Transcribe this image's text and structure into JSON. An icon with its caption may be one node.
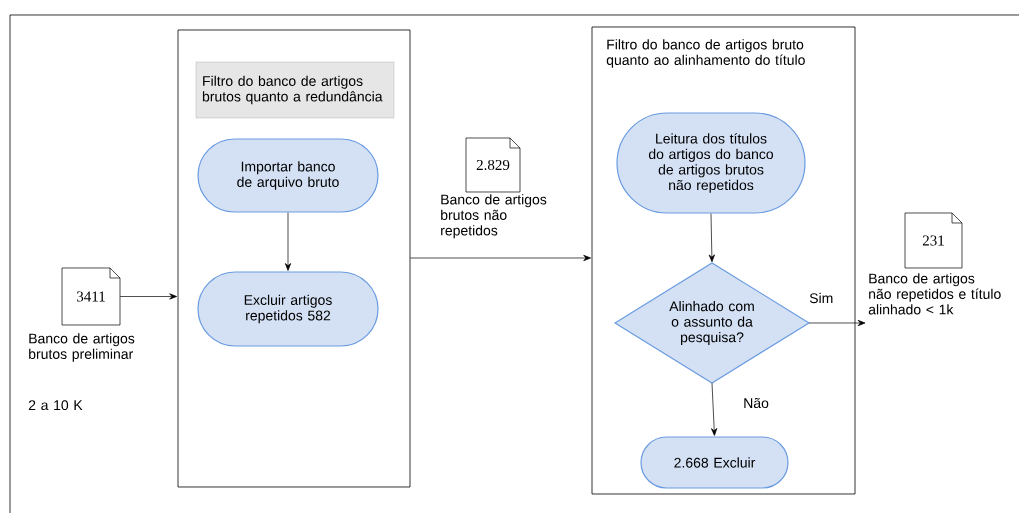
{
  "diagram": {
    "nodes": [
      {
        "text": [
          "3411"
        ],
        "beside": [
          "Banco de artigos brutos preliminar",
          "2 a 10 K"
        ]
      },
      {
        "text": [],
        "shape": "box"
      },
      {
        "text": [
          "Filtro do banco de artigos brutos quanto a redundância"
        ],
        "in": 1
      },
      {
        "text": [
          "Importar banco de arquivo bruto"
        ],
        "in": 1
      },
      {
        "text": [
          "Excluir artigos repetidos 582"
        ],
        "in": 1
      },
      {
        "text": [
          "2.829"
        ],
        "beside": [
          "Banco de artigos brutos não repetidos"
        ]
      },
      {
        "text": [
          "Filtro do banco de artigos bruto quanto ao alinhamento do título"
        ]
      },
      {
        "text": [
          "Leitura dos títulos do artigos do banco de artigos brutos não repetidos"
        ],
        "in": 6
      },
      {
        "text": [
          "Alinhado com o assunto da pesquisa?"
        ],
        "in": 6
      },
      {
        "text": [
          "2.668 Excluir"
        ],
        "in": 6
      },
      {
        "text": [
          "231"
        ],
        "beside": [
          "Banco de artigos não repetidos e título alinhado < 1k"
        ]
      }
    ],
    "edges": [
      {
        "from": 0,
        "to": 1,
        "arrow": "to"
      },
      {
        "from": 3,
        "to": 4,
        "arrow": "to"
      },
      {
        "from": 1,
        "to": 6,
        "arrow": "to"
      },
      {
        "from": 7,
        "to": 8,
        "arrow": "to"
      },
      {
        "from": 8,
        "to": 10,
        "arrow": "to",
        "label": "Sim"
      },
      {
        "from": 8,
        "to": 9,
        "arrow": "to",
        "label": "Não"
      }
    ]
  }
}
